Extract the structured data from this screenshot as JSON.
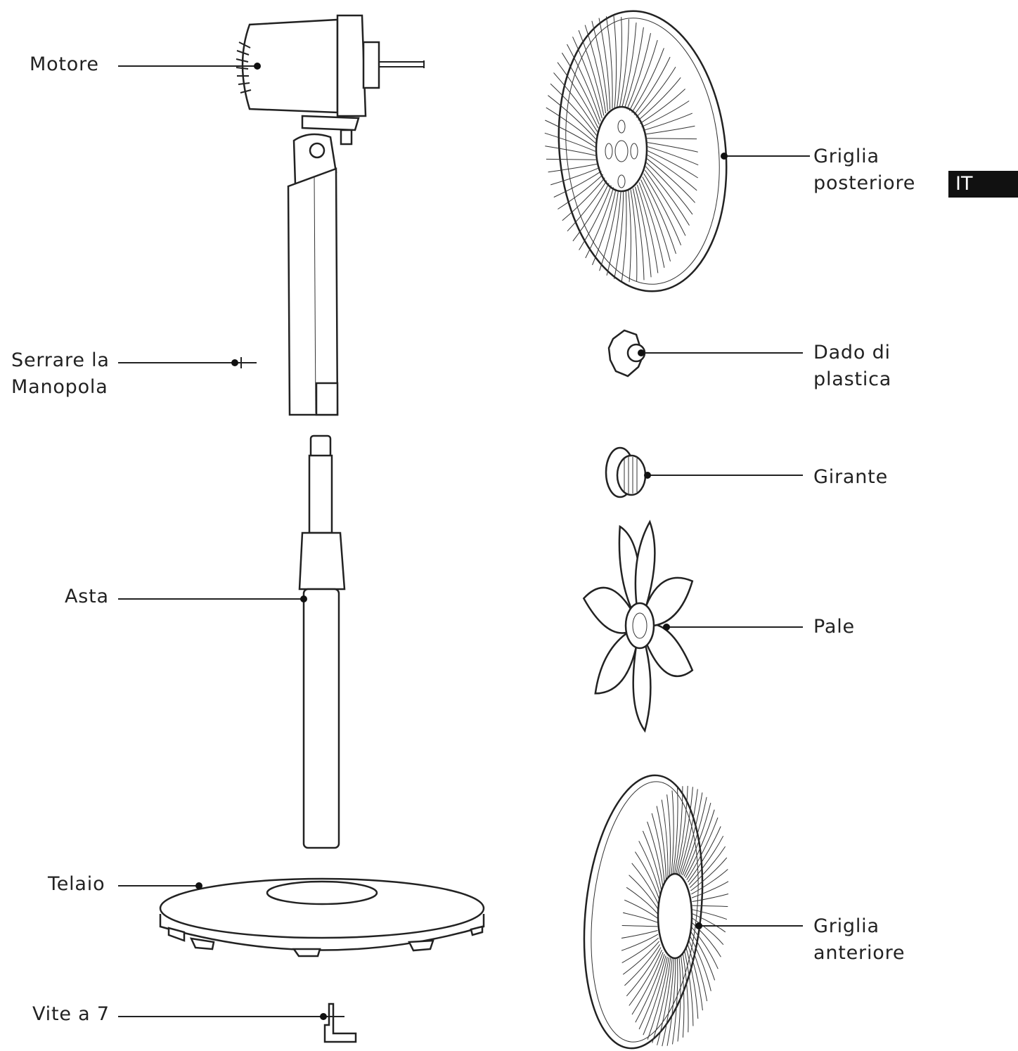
{
  "labels": {
    "motore": "Motore",
    "serrare_1": "Serrare la",
    "serrare_2": "Manopola",
    "asta": "Asta",
    "telaio": "Telaio",
    "vite": "Vite a 7",
    "griglia_post_1": "Griglia",
    "griglia_post_2": "posteriore",
    "dado_1": "Dado di",
    "dado_2": "plastica",
    "girante": "Girante",
    "pale": "Pale",
    "griglia_ant_1": "Griglia",
    "griglia_ant_2": "anteriore"
  },
  "language_tab": "IT"
}
